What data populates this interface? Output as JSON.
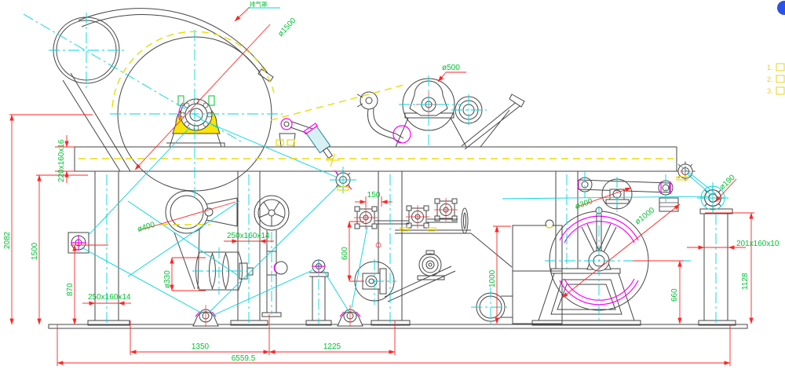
{
  "drawing": {
    "type": "engineering-cad-diagram",
    "subject": "paper machine side elevation with dimensions",
    "labels": {
      "hood": "排气罩",
      "dia1500": "ø1500",
      "dia500": "ø500",
      "beam220": "220x160x16",
      "h2082": "2082",
      "h1500": "1500",
      "h870": "870",
      "leg250_left": "250x160x14",
      "dia400": "ø400",
      "leg250_mid": "250x160x14",
      "dia330": "ø330",
      "w150": "150",
      "h600": "600",
      "h1000": "1000",
      "dia300": "ø300",
      "dia1000": "ø1000",
      "dia190": "ø190",
      "leg201": "201x160x10",
      "h1128": "1128",
      "h660": "660",
      "w1350": "1350",
      "w1225": "1225",
      "total_length": "6559.5",
      "note1": "1.",
      "note2": "2.",
      "note3": "3."
    },
    "colors": {
      "outline": "#464646",
      "centerline_cyan": "#00d4dc",
      "dimension_red": "#ff2626",
      "dimension_text_green": "#00c233",
      "accent_magenta": "#ff00ff",
      "web_path_yellow": "#e8dc06",
      "note_yellow": "#e8d40e",
      "marker_blue": "#2b52e8"
    }
  }
}
